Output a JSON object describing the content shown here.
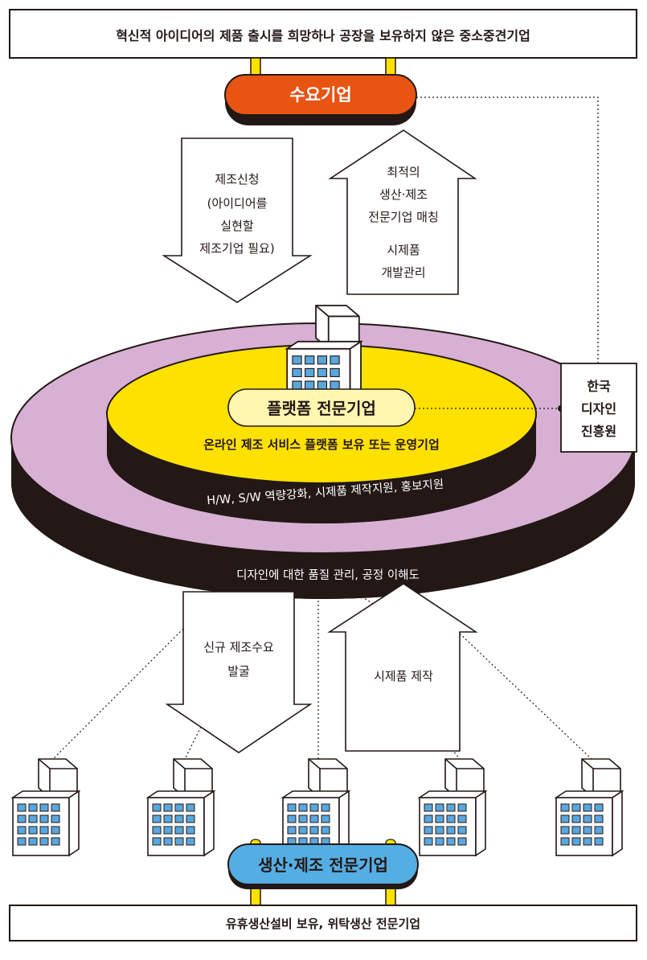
{
  "top_box": {
    "text": "혁신적 아이디어의 제품 출시를 희망하나 공장을 보유하지 않은 중소중견기업"
  },
  "demand": {
    "label": "수요기업"
  },
  "arrow_down_top": {
    "lines": [
      "제조신청",
      "(아이디어를",
      "실현할",
      "제조기업 필요)"
    ]
  },
  "arrow_up_top": {
    "lines": [
      "최적의",
      "생산·제조",
      "전문기업 매칭",
      "시제품",
      "개발관리"
    ]
  },
  "platform": {
    "label": "플랫폼 전문기업",
    "desc": "온라인 제조 서비스 플랫폼 보유 또는 운영기업",
    "inner_band": "H/W, S/W 역량강화, 시제품 제작지원, 홍보지원",
    "outer_band": "디자인에 대한 품질 관리, 공정 이해도"
  },
  "kidp": {
    "lines": [
      "한국",
      "디자인",
      "진흥원"
    ]
  },
  "arrow_down_bottom": {
    "lines": [
      "신규 제조수요",
      "발굴"
    ]
  },
  "arrow_up_bottom": {
    "text": "시제품 제작"
  },
  "production": {
    "label": "생산·제조 전문기업"
  },
  "bottom_box": {
    "text": "유휴생산설비 보유, 위탁생산 전문기업"
  },
  "colors": {
    "demand": "#E85412",
    "platform_yellow": "#FFE100",
    "ring_lilac": "#D8B0D4",
    "production_blue": "#54AEE4",
    "dark": "#231815",
    "window_blue": "#5AA6DD"
  }
}
